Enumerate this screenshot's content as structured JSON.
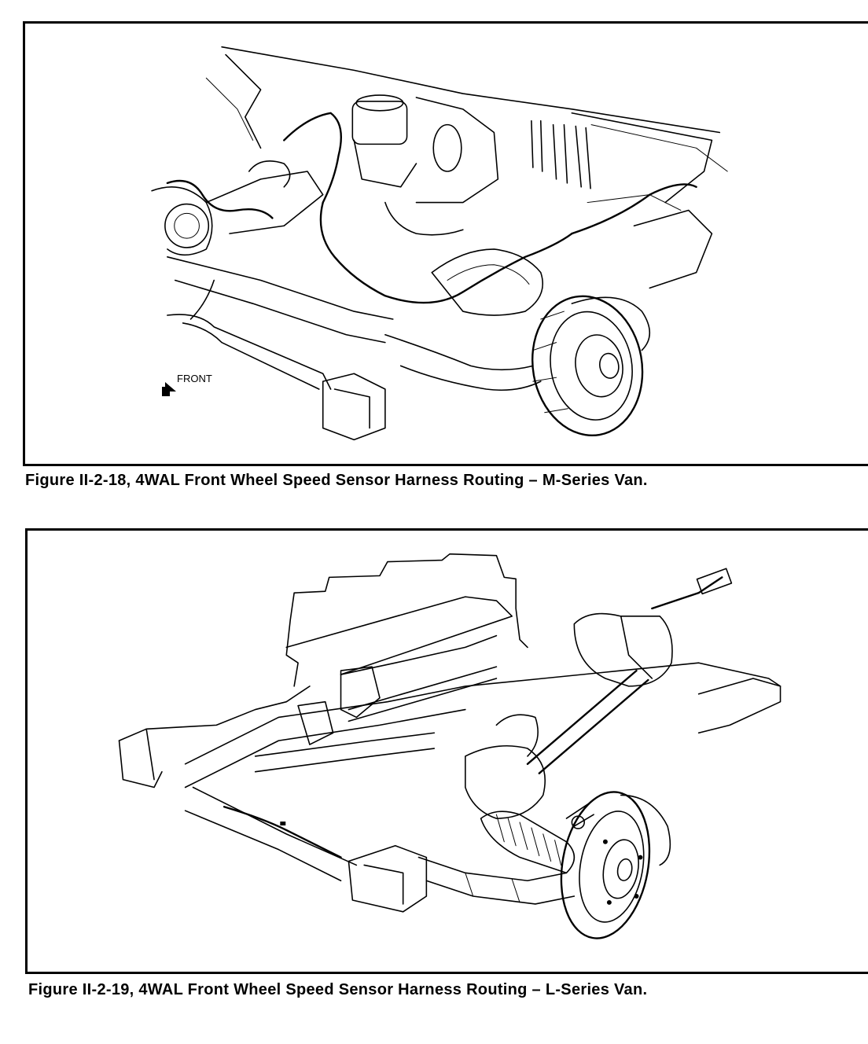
{
  "figures": [
    {
      "caption": "Figure II-2-18, 4WAL Front Wheel Speed Sensor Harness Routing – M-Series Van.",
      "front_label": "FRONT"
    },
    {
      "caption": "Figure II-2-19, 4WAL Front Wheel Speed Sensor Harness Routing – L-Series Van."
    }
  ]
}
